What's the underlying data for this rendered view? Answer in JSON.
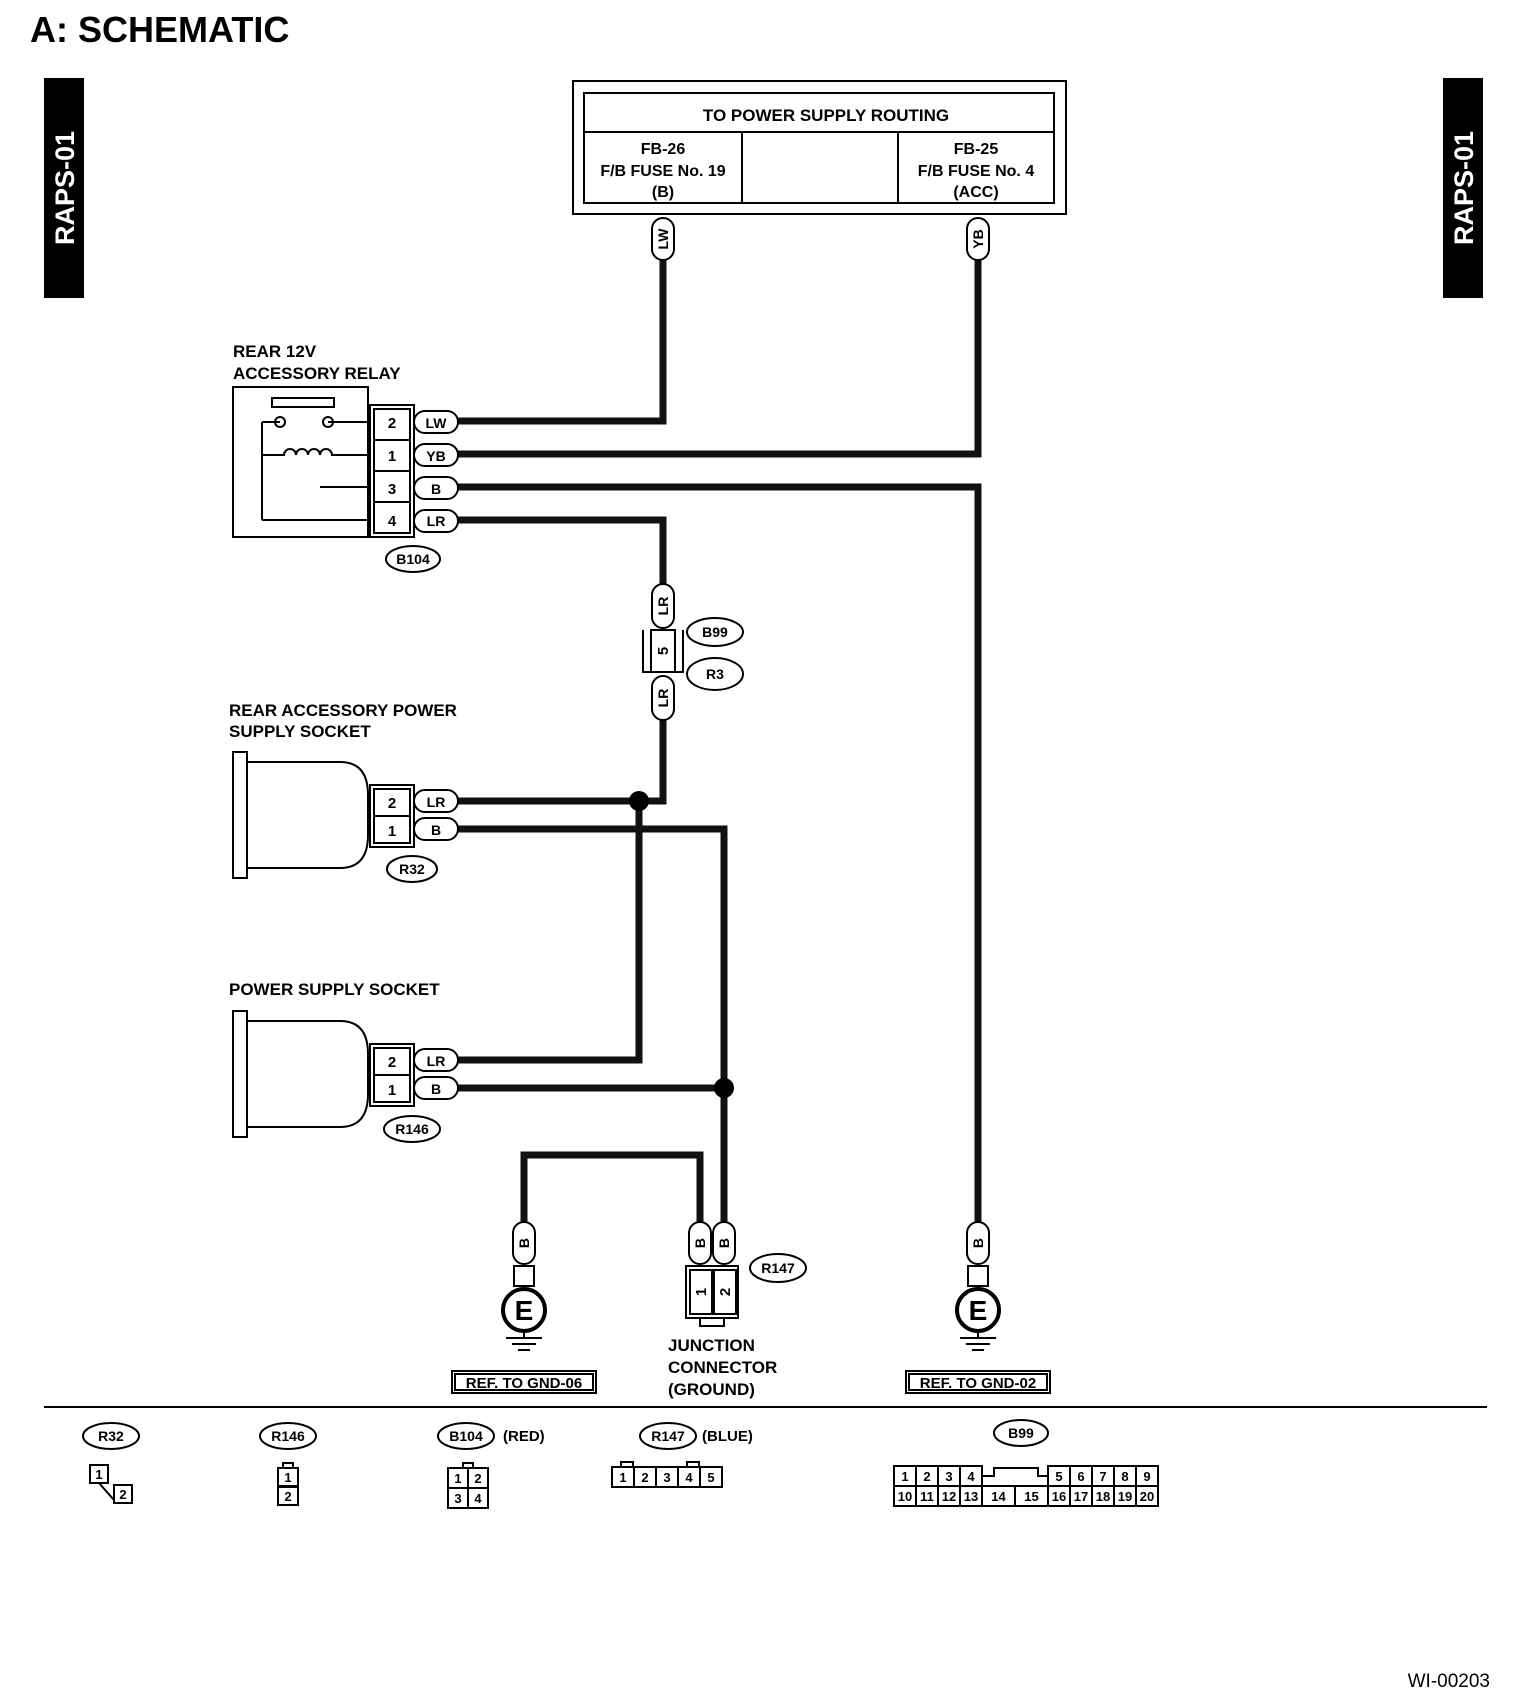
{
  "title": "A:  SCHEMATIC",
  "side_tab_left": "RAPS-01",
  "side_tab_right": "RAPS-01",
  "power_supply_box": {
    "header": "TO POWER SUPPLY ROUTING",
    "left_cell": [
      "FB-26",
      "F/B FUSE No. 19",
      "(B)"
    ],
    "right_cell": [
      "FB-25",
      "F/B FUSE No. 4",
      "(ACC)"
    ]
  },
  "relay": {
    "title_lines": [
      "REAR 12V",
      "ACCESSORY RELAY"
    ],
    "connector_id": "B104",
    "pins": [
      {
        "pin": "2",
        "color": "LW"
      },
      {
        "pin": "1",
        "color": "YB"
      },
      {
        "pin": "3",
        "color": "B"
      },
      {
        "pin": "4",
        "color": "LR"
      }
    ]
  },
  "wires": {
    "lw": "LW",
    "yb": "YB",
    "lr_upper": "LR",
    "lr_lower": "LR",
    "b_gnd_left": "B",
    "b_junction_1": "B",
    "b_junction_2": "B",
    "b_gnd_right": "B"
  },
  "intermediate_connector": {
    "pin": "5",
    "ids": [
      "B99",
      "R3"
    ]
  },
  "rear_socket": {
    "title_lines": [
      "REAR ACCESSORY POWER",
      "SUPPLY SOCKET"
    ],
    "connector_id": "R32",
    "pins": [
      {
        "pin": "2",
        "color": "LR"
      },
      {
        "pin": "1",
        "color": "B"
      }
    ]
  },
  "power_socket": {
    "title_lines": [
      "POWER SUPPLY SOCKET"
    ],
    "connector_id": "R146",
    "pins": [
      {
        "pin": "2",
        "color": "LR"
      },
      {
        "pin": "1",
        "color": "B"
      }
    ]
  },
  "junction": {
    "connector_id": "R147",
    "pins": [
      "1",
      "2"
    ],
    "label_lines": [
      "JUNCTION",
      "CONNECTOR",
      "(GROUND)"
    ]
  },
  "grounds": [
    {
      "symbol": "E",
      "ref": "REF. TO GND-06"
    },
    {
      "symbol": "E",
      "ref": "REF. TO GND-02"
    }
  ],
  "legend": {
    "r32": {
      "id": "R32",
      "pins": [
        "1",
        "2"
      ]
    },
    "r146": {
      "id": "R146",
      "pins": [
        "1",
        "2"
      ]
    },
    "b104": {
      "id": "B104",
      "note": "(RED)",
      "pins": [
        "1",
        "2",
        "3",
        "4"
      ]
    },
    "r147": {
      "id": "R147",
      "note": "(BLUE)",
      "pins": [
        "1",
        "2",
        "3",
        "4",
        "5"
      ]
    },
    "b99": {
      "id": "B99",
      "top_row": [
        "1",
        "2",
        "3",
        "4",
        "5",
        "6",
        "7",
        "8",
        "9"
      ],
      "bottom_row": [
        "10",
        "11",
        "12",
        "13",
        "14",
        "15",
        "16",
        "17",
        "18",
        "19",
        "20"
      ]
    }
  },
  "figure_code": "WI-00203"
}
